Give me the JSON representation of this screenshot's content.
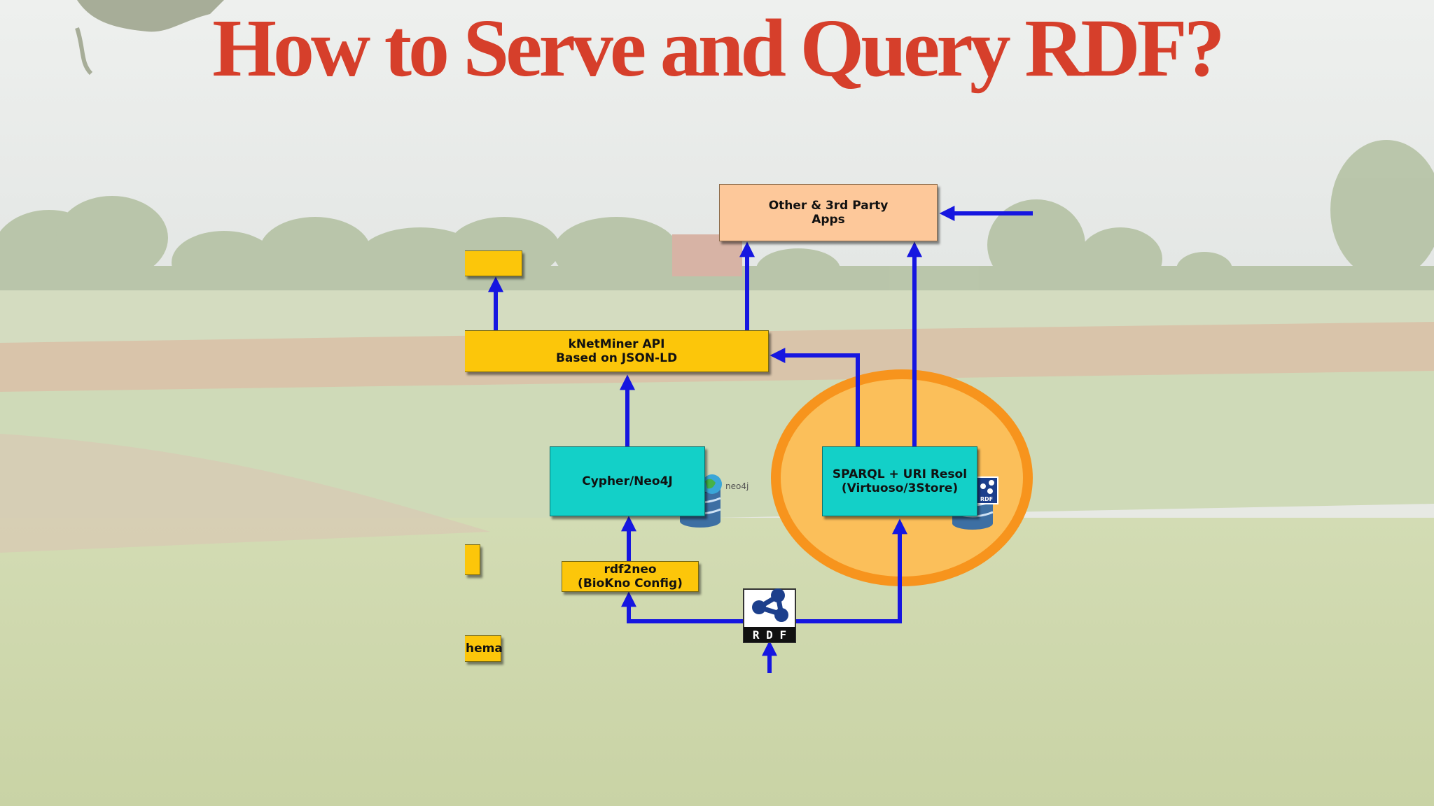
{
  "slide": {
    "title": "How to Serve and Query RDF?"
  },
  "diagram": {
    "nodes": {
      "other_apps": "Other & 3rd Party\nApps",
      "knetminer_api": "kNetMiner API\nBased on JSON-LD",
      "cypher_neo4j": "Cypher/Neo4J",
      "sparql": "SPARQL + URI Resol\n(Virtuoso/3Store)",
      "rdf2neo": "rdf2neo\n(BioKno Config)",
      "schema_partial": "hema",
      "rdf_logo_text": "R D F",
      "neo4j_logo_text": "neo4j",
      "small_rdf_text": "RDF"
    },
    "colors": {
      "title": "#d63f2b",
      "arrow": "#1616e0",
      "yellow": "#fcc60a",
      "cyan": "#13d0c8",
      "peach": "#fdc89a",
      "highlight_ring": "#f7941d",
      "highlight_fill": "#fbbf5a"
    },
    "icons": [
      "database-icon",
      "rdf-logo-icon",
      "globe-icon"
    ]
  }
}
